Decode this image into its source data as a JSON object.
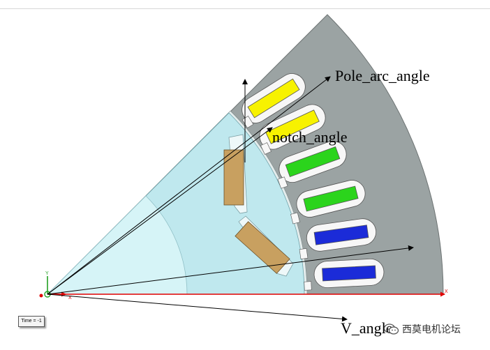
{
  "annotations": {
    "pole_arc": "Pole_arc_angle",
    "notch": "notch_angle",
    "v_angle": "V_angle"
  },
  "status": {
    "time_label": "Time = -1"
  },
  "axes": {
    "x_label": "X",
    "y_label": "Y"
  },
  "watermark": {
    "text": "西莫电机论坛"
  },
  "colors": {
    "stator": "#9ba3a3",
    "rotor_outer": "#bfe8ee",
    "rotor_inner": "#d6f4f7",
    "magnet": "#c8a060",
    "coil_yellow": "#f7f200",
    "coil_green": "#2bd41c",
    "coil_blue": "#1b2bd8",
    "axis_red": "#e00000"
  },
  "slots": [
    {
      "phase": "yellow"
    },
    {
      "phase": "yellow"
    },
    {
      "phase": "green"
    },
    {
      "phase": "green"
    },
    {
      "phase": "blue"
    },
    {
      "phase": "blue"
    }
  ]
}
